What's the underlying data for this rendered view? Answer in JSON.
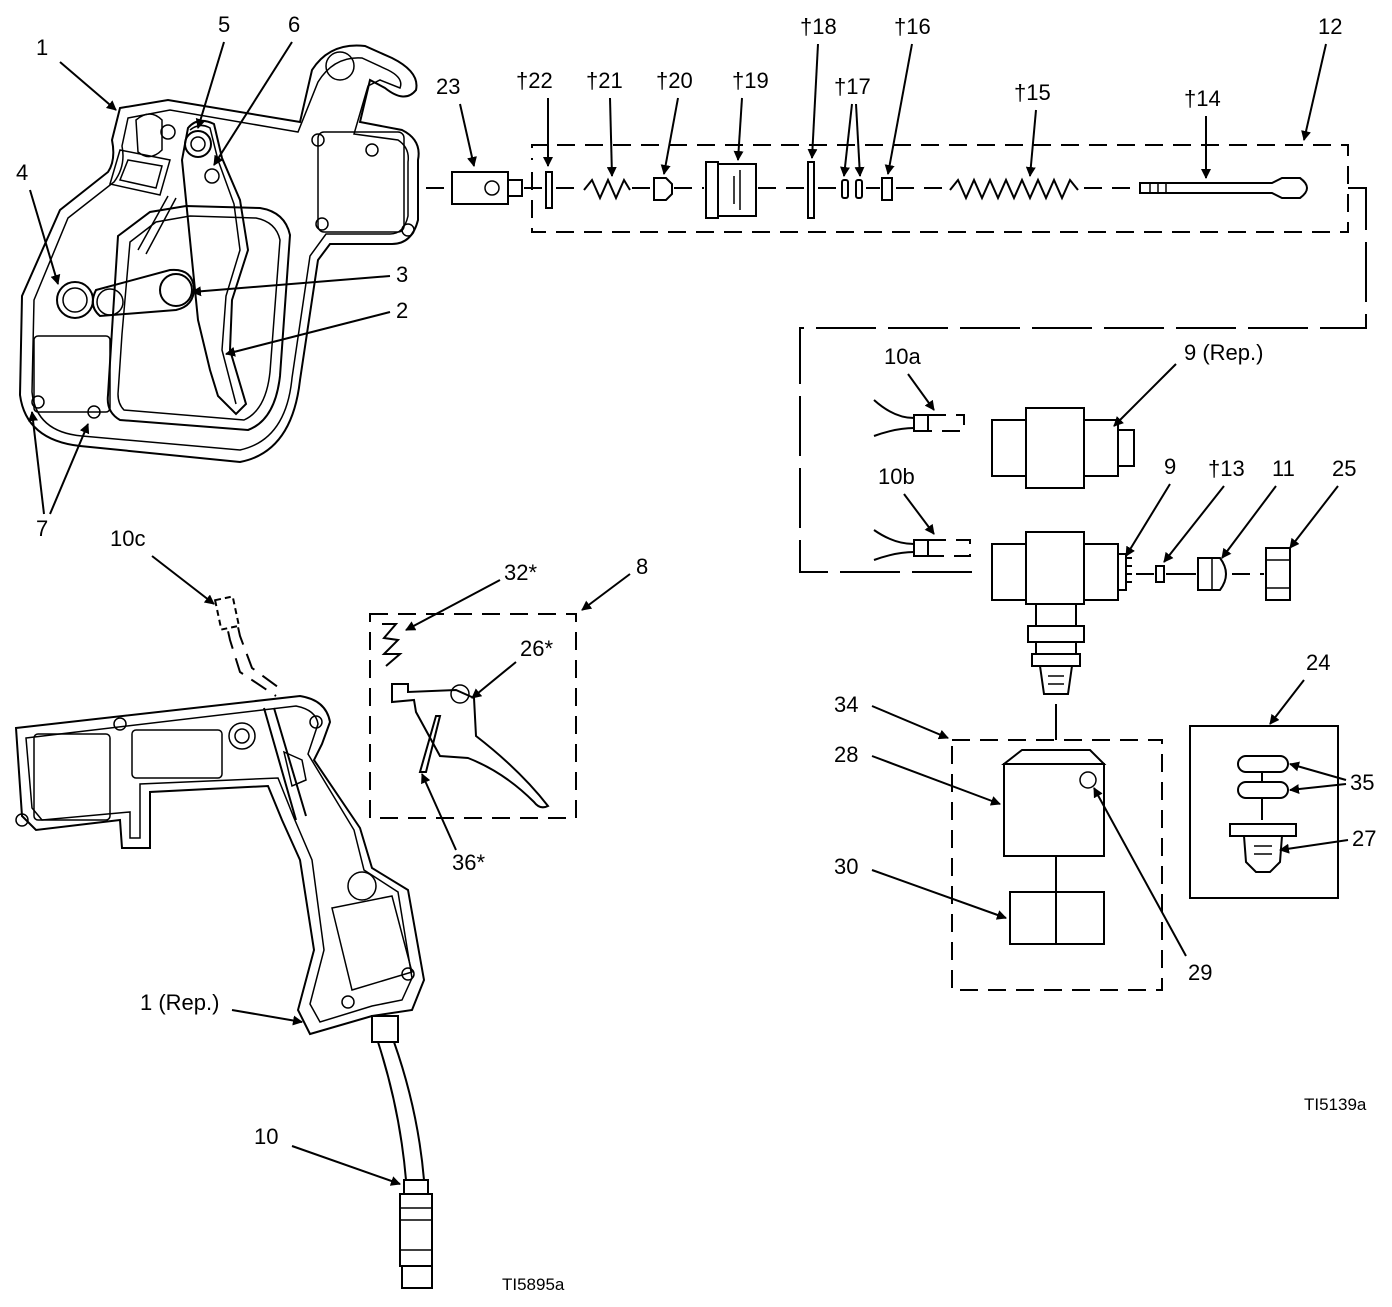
{
  "callouts": {
    "c1": "1",
    "c2": "2",
    "c3": "3",
    "c4": "4",
    "c5": "5",
    "c6": "6",
    "c7": "7",
    "c8": "8",
    "c9": "9",
    "c9rep": "9 (Rep.)",
    "c10": "10",
    "c10a": "10a",
    "c10b": "10b",
    "c10c": "10c",
    "c11": "11",
    "c12": "12",
    "c13": "†13",
    "c14": "†14",
    "c15": "†15",
    "c16": "†16",
    "c17": "†17",
    "c18": "†18",
    "c19": "†19",
    "c20": "†20",
    "c21": "†21",
    "c22": "†22",
    "c23": "23",
    "c24": "24",
    "c25": "25",
    "c26": "26*",
    "c27": "27",
    "c28": "28",
    "c29": "29",
    "c30": "30",
    "c32": "32*",
    "c34": "34",
    "c35": "35",
    "c36": "36*",
    "c1rep": "1 (Rep.)"
  },
  "figure_refs": {
    "upper": "TI5139a",
    "lower": "TI5895a"
  }
}
